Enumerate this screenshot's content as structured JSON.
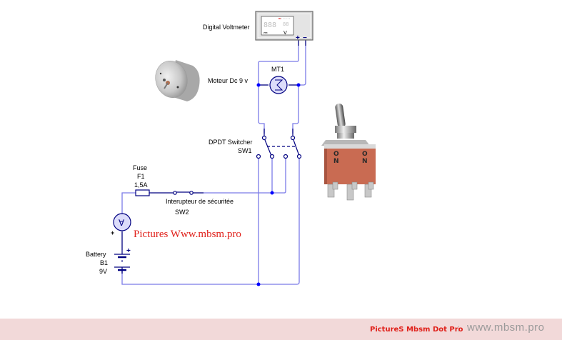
{
  "diagram": {
    "components": {
      "voltmeter": {
        "label": "Digital Voltmeter",
        "display": "888",
        "display_small": "88",
        "unit_mode": "⎓",
        "unit": "V",
        "plus": "+",
        "minus": "−"
      },
      "motor": {
        "ref": "MT1",
        "label": "Moteur Dc 9 v"
      },
      "switch_dpdt": {
        "label": "DPDT Switcher",
        "ref": "SW1"
      },
      "fuse": {
        "label": "Fuse",
        "ref": "F1",
        "value": "1,5A"
      },
      "switch_safety": {
        "label": "Interupteur de sécuritée",
        "ref": "SW2"
      },
      "ammeter": {
        "symbol": "∀",
        "plus": "+"
      },
      "battery": {
        "label": "Battery",
        "ref": "B1",
        "value": "9V",
        "plus": "+"
      }
    },
    "toggle_photo": {
      "pole1": "ON",
      "pole2": "ON"
    },
    "watermark": "Pictures Www.mbsm.pro",
    "colors": {
      "wire": "#7b7be8",
      "component": "#000080",
      "node": "#0000ff",
      "watermark": "#e0201a",
      "footer_bg": "#f2d9d9"
    }
  },
  "footer": {
    "brand": "PictureS Mbsm Dot Pro",
    "separator": ":",
    "url": "www.mbsm.pro"
  }
}
